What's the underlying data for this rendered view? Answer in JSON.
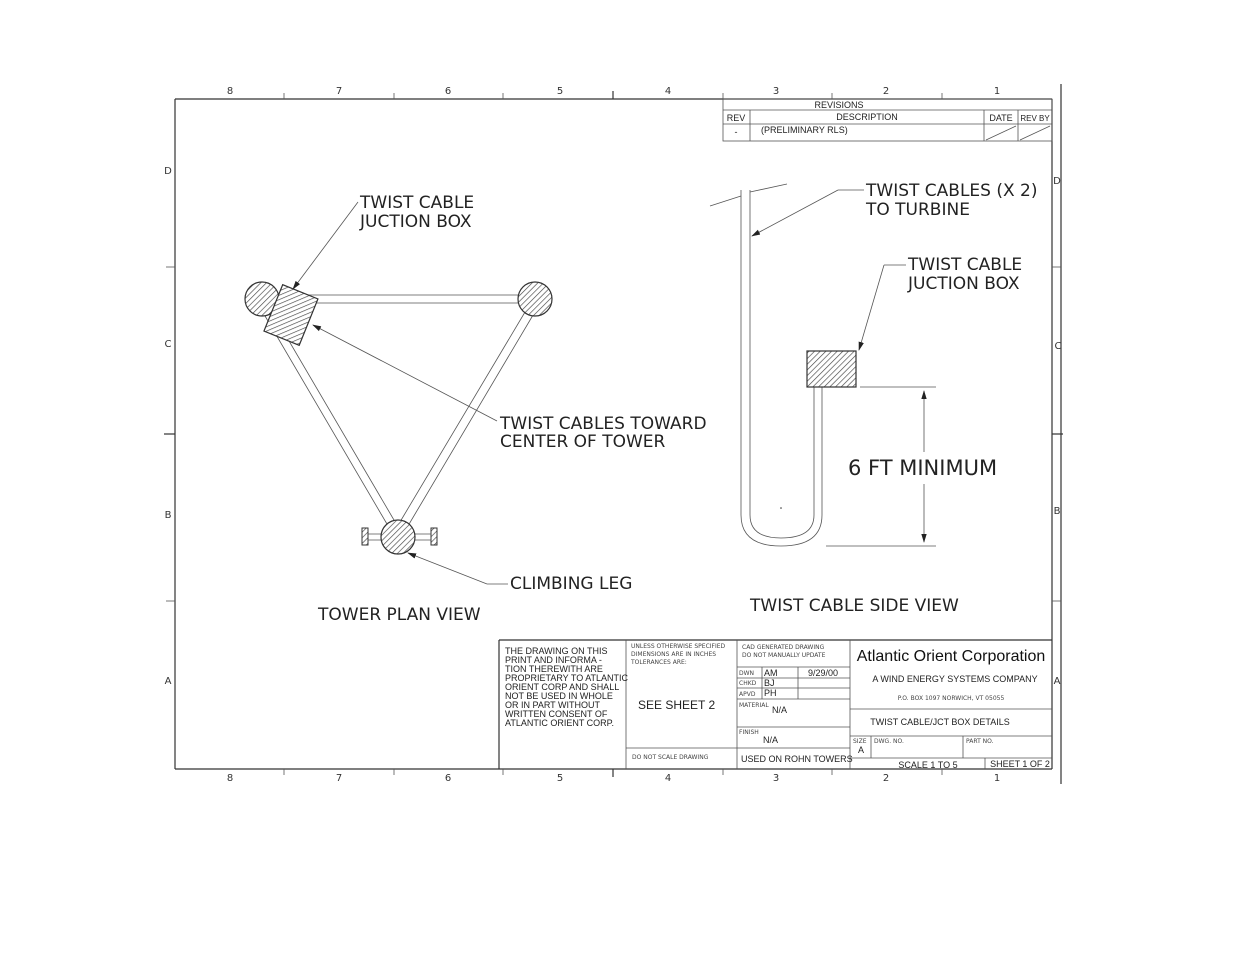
{
  "zones": {
    "columns": [
      "8",
      "7",
      "6",
      "5",
      "4",
      "3",
      "2",
      "1"
    ],
    "rows": [
      "D",
      "C",
      "B",
      "A"
    ]
  },
  "revisions": {
    "title": "REVISIONS",
    "col_rev": "REV",
    "col_desc": "DESCRIPTION",
    "col_date": "DATE",
    "col_revby": "REV BY",
    "row_rev": "-",
    "row_desc": "(PRELIMINARY RLS)"
  },
  "plan_view": {
    "junction_label_1": "TWIST CABLE",
    "junction_label_2": "JUCTION BOX",
    "cables_label_1": "TWIST CABLES TOWARD",
    "cables_label_2": "CENTER OF TOWER",
    "climbing_label": "CLIMBING LEG",
    "title": "TOWER PLAN VIEW"
  },
  "side_view": {
    "cables_label_1": "TWIST CABLES (X 2)",
    "cables_label_2": "TO TURBINE",
    "junction_label_1": "TWIST CABLE",
    "junction_label_2": "JUCTION BOX",
    "dimension": "6 FT MINIMUM",
    "title": "TWIST CABLE SIDE VIEW"
  },
  "title_block": {
    "proprietary": [
      "THE DRAWING ON THIS",
      "PRINT AND INFORMA -",
      "TION THEREWITH ARE",
      "PROPRIETARY TO ATLANTIC",
      "ORIENT CORP AND SHALL",
      "NOT BE USED IN WHOLE",
      "OR IN PART WITHOUT",
      "WRITTEN CONSENT OF",
      "ATLANTIC ORIENT CORP."
    ],
    "tolerance": [
      "UNLESS OTHERWISE SPECIFIED",
      "DIMENSIONS ARE IN INCHES",
      "TOLERANCES ARE:"
    ],
    "see_sheet": "SEE SHEET 2",
    "no_scale": "DO NOT SCALE DRAWING",
    "cad_note": [
      "CAD GENERATED DRAWING",
      "DO NOT MANUALLY UPDATE"
    ],
    "dwn_label": "DWN",
    "dwn": "AM",
    "date": "9/29/00",
    "chkd_label": "CHKD",
    "chkd": "BJ",
    "apvd_label": "APVD",
    "apvd": "PH",
    "material_label": "MATERIAL",
    "material": "N/A",
    "finish_label": "FINISH",
    "finish": "N/A",
    "used_on": "USED ON ROHN TOWERS",
    "company": "Atlantic Orient Corporation",
    "tagline": "A  WIND ENERGY SYSTEMS COMPANY",
    "address": "P.O. BOX 1097  NORWICH, VT  05055",
    "drawing_title": "TWIST CABLE/JCT BOX DETAILS",
    "size_label": "SIZE",
    "size": "A",
    "dwg_label": "DWG. NO.",
    "part_label": "PART NO.",
    "scale": "SCALE 1 TO 5",
    "sheet": "SHEET 1 OF 2"
  }
}
